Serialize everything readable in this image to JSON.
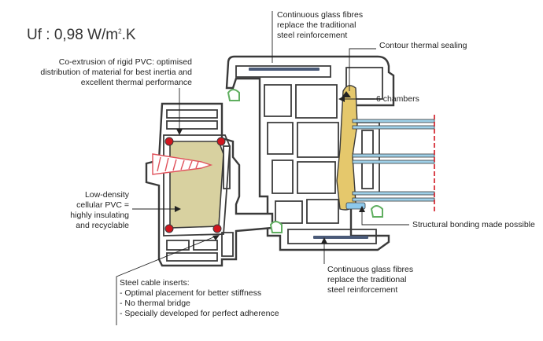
{
  "uf": {
    "prefix": "Uf : 0,98 W/m",
    "sup": "2",
    "suffix": ".K"
  },
  "labels": {
    "glass_fibres_top": "Continuous glass fibres\nreplace the traditional\nsteel reinforcement",
    "contour_sealing": "Contour thermal sealing",
    "co_extrusion": "Co-extrusion of rigid PVC: optimised\ndistribution of material for best inertia and\nexcellent thermal performance",
    "chambers": "6 chambers",
    "low_density": "Low-density\ncellular PVC =\nhighly insulating\nand recyclable",
    "structural_bonding": "Structural bonding made possible",
    "glass_fibres_bottom": "Continuous glass fibres\nreplace the traditional\nsteel reinforcement",
    "steel_cable_title": "Steel cable inserts:",
    "steel_cable_points": [
      "- Optimal placement for better stiffness",
      "- No thermal bridge",
      "- Specially developed for perfect adherence"
    ]
  },
  "colors": {
    "profile_stroke": "#3a3a3a",
    "foam_fill": "#d8d1a0",
    "seal_fill": "#e5c86c",
    "glass": "#9fd0e8",
    "fibre": "#4a5a78",
    "gasket": "#5fae5f",
    "steel_dot": "#d0161f",
    "screw": "#e0505a",
    "axis_line": "#d0161f",
    "bond_strip": "#8ec9ec"
  }
}
